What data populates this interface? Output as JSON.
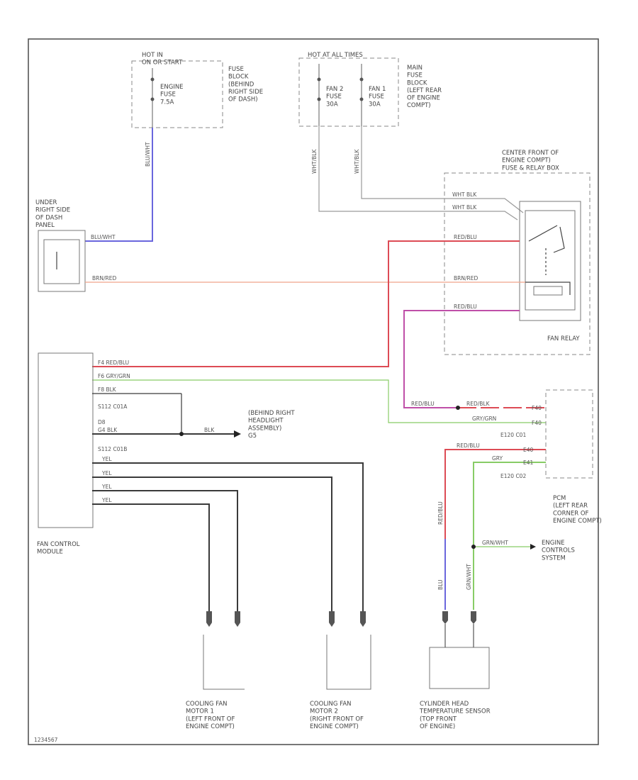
{
  "labels": {
    "hot_in_start": "HOT IN\nON OR START",
    "fuse_block_dash": "FUSE\nBLOCK\n(BEHIND\nRIGHT SIDE\nOF DASH)",
    "engine_fuse": "ENGINE\nFUSE\n7.5A",
    "hot_at_all_times": "HOT AT ALL TIMES",
    "fan2_fuse": "FAN 2\nFUSE\n30A",
    "fan1_fuse": "FAN 1\nFUSE\n30A",
    "main_fuse_block": "MAIN\nFUSE\nBLOCK\n(LEFT REAR\nOF ENGINE\nCOMPT)",
    "center_front_engine": "CENTER FRONT OF\nENGINE COMPT)\nFUSE & RELAY BOX",
    "under_right_dash": "UNDER\nRIGHT SIDE\nOF DASH\nPANEL",
    "fan_relay": "FAN RELAY",
    "fan_control_module": "FAN CONTROL\nMODULE",
    "behind_right_headlight": "(BEHIND RIGHT\nHEADLIGHT\nASSEMBLY)\nG5",
    "pcm": "PCM\n(LEFT REAR\nCORNER OF\nENGINE COMPT)",
    "engine_controls": "ENGINE\nCONTROLS\nSYSTEM",
    "cooling_fan_1": "COOLING FAN\nMOTOR 1\n(LEFT FRONT OF\nENGINE COMPT)",
    "cooling_fan_2": "COOLING FAN\nMOTOR 2\n(RIGHT FRONT OF\nENGINE COMPT)",
    "cht_sensor": "CYLINDER HEAD\nTEMPERATURE SENSOR\n(TOP FRONT\nOF ENGINE)",
    "diagram_id": "1234567"
  },
  "wire_labels": {
    "blu_wht_vertical": "BLU/WHT",
    "blu_wht": "BLU/WHT",
    "brn_red": "BRN/RED",
    "wht_blk_v1": "WHT/BLK",
    "wht_blk_v2": "WHT/BLK",
    "wht_blk_1": "WHT BLK",
    "wht_blk_2": "WHT BLK",
    "red_blu_relay": "RED/BLU",
    "brn_red_relay": "BRN/RED",
    "red_blu_relay2": "RED/BLU",
    "fcm_red_blu": "F4  RED/BLU",
    "fcm_grn_grn": "F6  GRY/GRN",
    "fcm_blk": "F8  BLK",
    "s112": "S112 C01A",
    "d8": "D8",
    "g4_blk": "G4  BLK",
    "blk_g5": "BLK",
    "s112b": "S112 C01B",
    "yel1": "YEL",
    "yel2": "YEL",
    "yel3": "YEL",
    "yel4": "YEL",
    "red_blu_pcm_a": "RED/BLU",
    "red_blu_pcm_b": "RED/BLK",
    "pin_f40": "F40",
    "gry_grn_pcm": "GRY/GRN",
    "pin_f40b": "F40",
    "e120": "E120 C01",
    "red_blu_cht": "RED/BLU",
    "pin_e40": "E40",
    "gry_grn_cht": "GRY",
    "pin_e41": "E41",
    "e120b": "E120 C02",
    "red_blu_vert": "RED/BLU",
    "blu_vert": "BLU",
    "grn_vert": "GRN/WHT",
    "grn_wht": "GRN/WHT"
  },
  "colors": {
    "frame": "#555555",
    "blue_wire": "#6a66dd",
    "red_wire": "#dd4b55",
    "orange_wire": "#f0a58a",
    "purple_wire": "#bf4fa8",
    "green_wire": "#88cc66",
    "black_wire": "#3a3a3a",
    "gray_wire": "#9a9a9a"
  }
}
